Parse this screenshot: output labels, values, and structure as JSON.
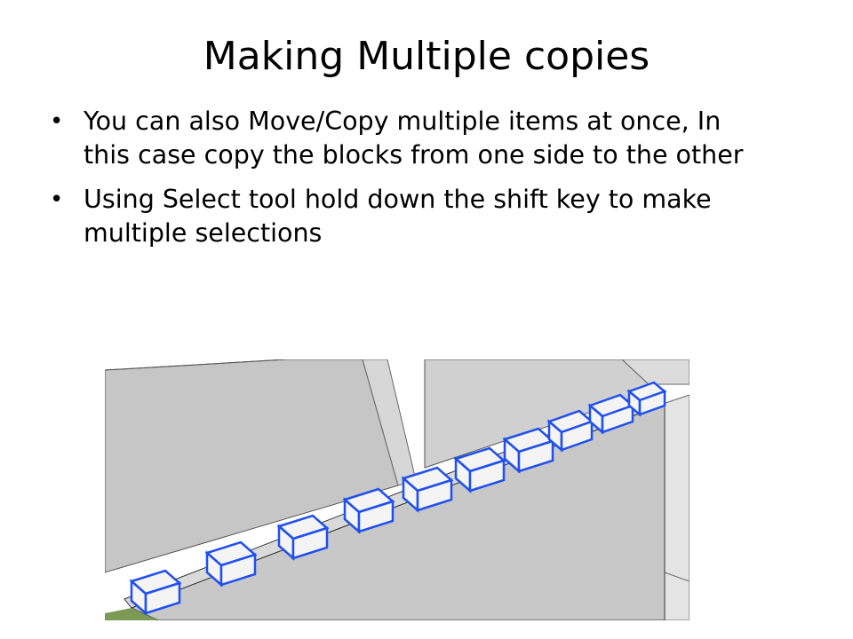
{
  "slide": {
    "title": "Making Multiple copies",
    "bullets": [
      "You can also Move/Copy multiple items at once, In this case copy the blocks from one side to the other",
      "Using Select tool hold down the shift key to make multiple selections"
    ]
  },
  "colors": {
    "selection": "#1f4ff0",
    "wall": "#c8c8c8"
  }
}
